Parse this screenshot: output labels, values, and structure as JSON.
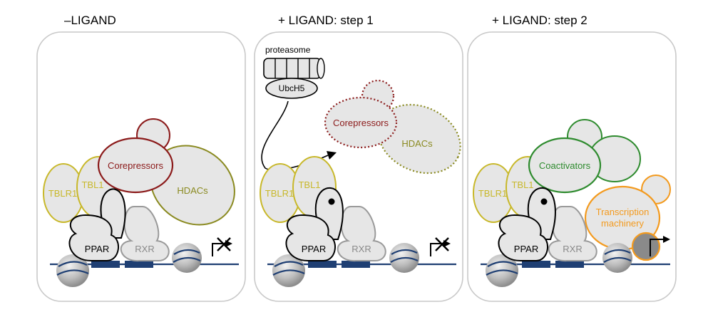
{
  "panels": [
    {
      "title": "–LIGAND"
    },
    {
      "title": "+ LIGAND: step 1"
    },
    {
      "title": "+ LIGAND: step 2"
    }
  ],
  "labels": {
    "tblr1": "TBLR1",
    "tbl1": "TBL1",
    "corepressors": "Corepressors",
    "hdacs": "HDACs",
    "ppar": "PPAR",
    "rxr": "RXR",
    "proteasome": "proteasome",
    "ubch5": "UbcH5",
    "coactivators": "Coactivators",
    "transcription_line1": "Transcription",
    "transcription_line2": "machinery"
  },
  "colors": {
    "tbl": "#c8b82a",
    "corepressor": "#8b1a1a",
    "hdac": "#8a8a20",
    "coactivator": "#2e8b2e",
    "transcription": "#f39a1e",
    "dna": "#1f3f73",
    "nucleosome": "#b8b8b8"
  }
}
